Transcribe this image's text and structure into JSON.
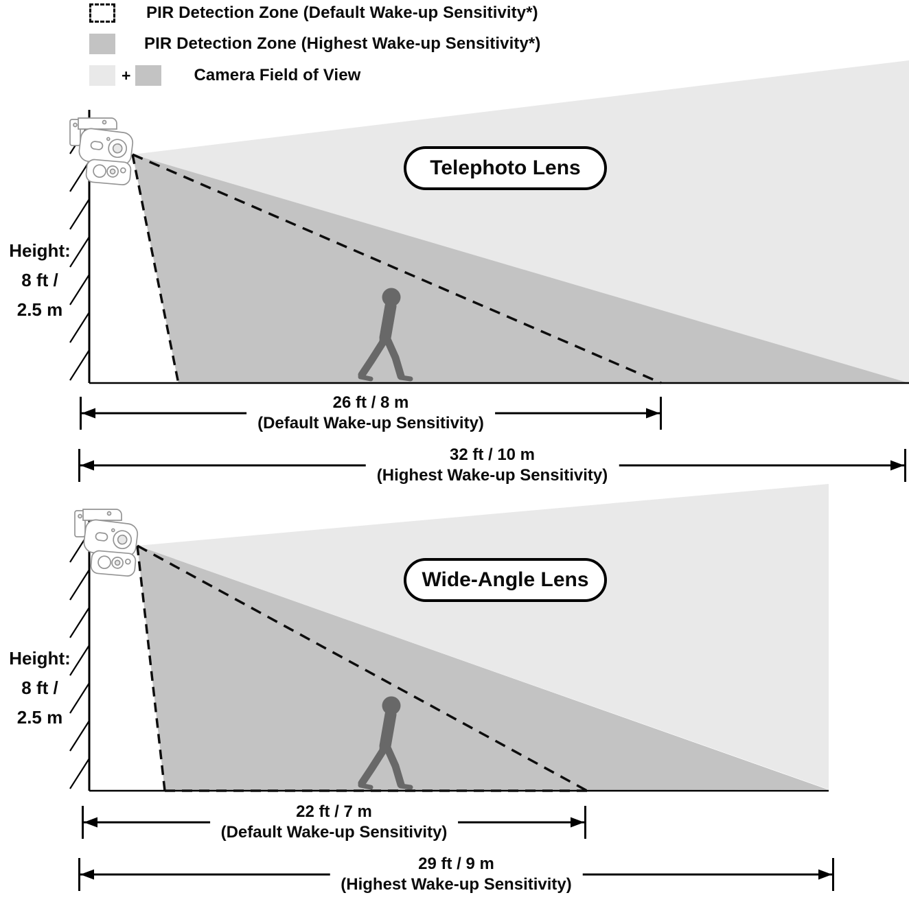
{
  "legend": {
    "plus": "+",
    "items": [
      {
        "swatch": "dashed-outline",
        "label": "PIR Detection Zone (Default Wake-up Sensitivity*)"
      },
      {
        "swatch": "solid-dark-gray",
        "label": "PIR Detection Zone (Highest Wake-up Sensitivity*)"
      },
      {
        "swatch": "light-gray-plus-dark-gray",
        "label": "Camera Field of View"
      }
    ]
  },
  "colors": {
    "camera_fov_light_gray": "#e9e9e9",
    "pir_zone_dark_gray": "#c3c3c3",
    "person_gray": "#686868",
    "line_black": "#000000"
  },
  "diagrams": [
    {
      "lens_label": "Telephoto Lens",
      "mount_height": [
        "Height:",
        "8 ft /",
        "2.5 m"
      ],
      "measurements": [
        {
          "value": "26 ft / 8 m",
          "qualifier": "(Default Wake-up Sensitivity)"
        },
        {
          "value": "32 ft / 10 m",
          "qualifier": "(Highest Wake-up Sensitivity)"
        }
      ]
    },
    {
      "lens_label": "Wide-Angle Lens",
      "mount_height": [
        "Height:",
        "8 ft /",
        "2.5 m"
      ],
      "measurements": [
        {
          "value": "22 ft / 7 m",
          "qualifier": "(Default Wake-up Sensitivity)"
        },
        {
          "value": "29 ft / 9 m",
          "qualifier": "(Highest Wake-up Sensitivity)"
        }
      ]
    }
  ]
}
